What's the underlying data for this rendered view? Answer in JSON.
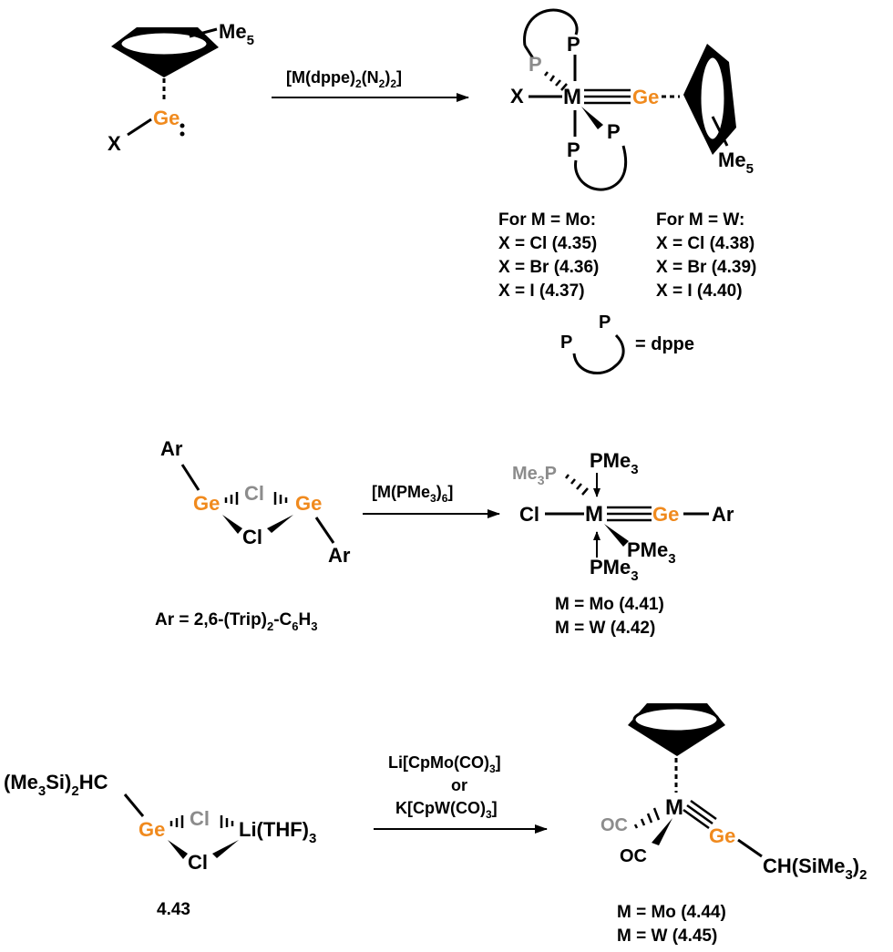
{
  "colors": {
    "bond": "#000000",
    "germanium": "#f08a1e",
    "faded": "#8c8c8c"
  },
  "atoms": {
    "ge": "Ge",
    "x": "X",
    "cl": "Cl",
    "ar": "Ar",
    "me": "Me",
    "me5_sub": "5",
    "p": "P",
    "m": "M",
    "oc": "OC",
    "pme": "PMe",
    "me3p": "Me",
    "me3p_p": "P",
    "sub3": "3",
    "li_thf": "Li(THF)",
    "ch": "CH(SiMe",
    "close_paren": ")",
    "sub2": "2",
    "hc_left": "(Me",
    "hc_mid": "Si)",
    "hc_right": "HC"
  },
  "scheme1": {
    "reagent_a": "[M(dppe)",
    "reagent_b": "(N",
    "reagent_c": ")",
    "reagent_d": "]",
    "mo_header": "For M = Mo:",
    "w_header": "For M = W:",
    "mo_list": [
      "X = Cl (4.35)",
      "X = Br (4.36)",
      "X = I (4.37)"
    ],
    "w_list": [
      "X = Cl (4.38)",
      "X = Br (4.39)",
      "X = I (4.40)"
    ],
    "dppe_legend": "= dppe"
  },
  "scheme2": {
    "reagent_a": "[M(PMe",
    "reagent_b": ")",
    "reagent_sub6": "6",
    "reagent_c": "]",
    "ar_def_a": "Ar = 2,6-(Trip)",
    "ar_def_b": "-C",
    "ar_def_sub6": "6",
    "ar_def_c": "H",
    "products": [
      "M = Mo (4.41)",
      "M = W (4.42)"
    ]
  },
  "scheme3": {
    "reagent_1a": "Li[CpMo(CO)",
    "reagent_1b": "]",
    "reagent_or": "or",
    "reagent_2a": "K[CpW(CO)",
    "reagent_2b": "]",
    "compound_label": "4.43",
    "products": [
      "M = Mo (4.44)",
      "M = W (4.45)"
    ]
  }
}
